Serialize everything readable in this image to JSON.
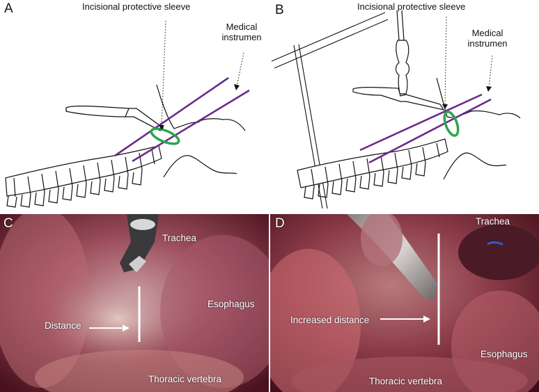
{
  "panels": {
    "a": {
      "letter": "A",
      "sleeve_label": "Incisional protective sleeve",
      "instrument_label_line1": "Medical",
      "instrument_label_line2": "instrumen"
    },
    "b": {
      "letter": "B",
      "sleeve_label": "Incisional protective sleeve",
      "instrument_label_line1": "Medical",
      "instrument_label_line2": "instrumen"
    },
    "c": {
      "letter": "C",
      "trachea": "Trachea",
      "esophagus": "Esophagus",
      "distance": "Distance",
      "vertebra": "Thoracic vertebra"
    },
    "d": {
      "letter": "D",
      "trachea": "Trachea",
      "esophagus": "Esophagus",
      "distance": "Increased distance",
      "vertebra": "Thoracic vertebra"
    }
  },
  "colors": {
    "instrument": "#6a2a8a",
    "sleeve": "#2aa64a",
    "tissue": "#7a2d3c",
    "annotation": "#ffffff"
  }
}
